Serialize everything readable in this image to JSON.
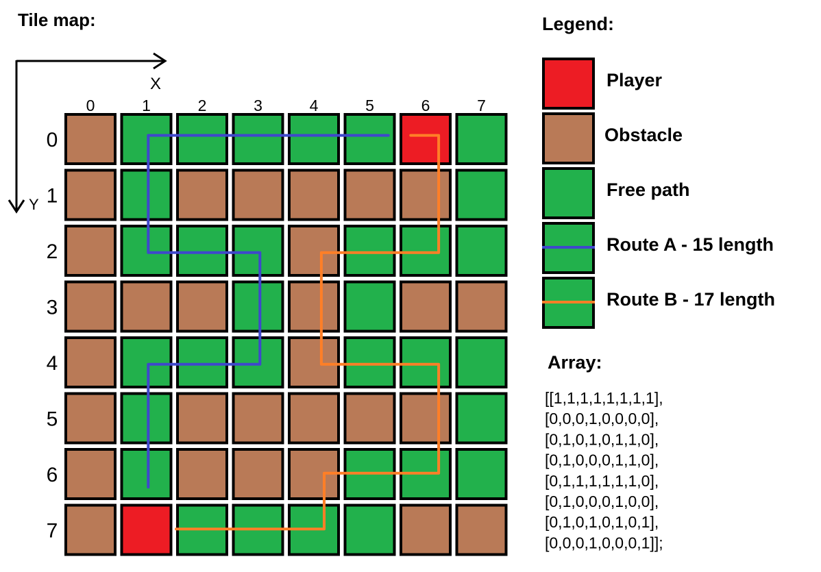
{
  "title": "Tile map:",
  "axis_x_label": "X",
  "axis_y_label": "Y",
  "col_labels": [
    "0",
    "1",
    "2",
    "3",
    "4",
    "5",
    "6",
    "7"
  ],
  "row_labels": [
    "0",
    "1",
    "2",
    "3",
    "4",
    "5",
    "6",
    "7"
  ],
  "colors": {
    "player": "#ed1c24",
    "obstacle": "#b97a57",
    "free": "#22b14c",
    "route_a": "#3f48cc",
    "route_b": "#ff7f27",
    "border": "#000000"
  },
  "grid": [
    [
      "O",
      "F",
      "F",
      "F",
      "F",
      "F",
      "P",
      "F"
    ],
    [
      "O",
      "F",
      "O",
      "O",
      "O",
      "O",
      "O",
      "F"
    ],
    [
      "O",
      "F",
      "F",
      "F",
      "O",
      "F",
      "F",
      "F"
    ],
    [
      "O",
      "O",
      "O",
      "F",
      "O",
      "F",
      "O",
      "O"
    ],
    [
      "O",
      "F",
      "F",
      "F",
      "O",
      "F",
      "F",
      "F"
    ],
    [
      "O",
      "F",
      "O",
      "O",
      "O",
      "O",
      "O",
      "F"
    ],
    [
      "O",
      "F",
      "O",
      "O",
      "O",
      "F",
      "F",
      "F"
    ],
    [
      "O",
      "P",
      "F",
      "F",
      "F",
      "F",
      "O",
      "O"
    ]
  ],
  "route_a": [
    [
      5.8,
      0.4
    ],
    [
      1.5,
      0.4
    ],
    [
      1.5,
      2.5
    ],
    [
      3.5,
      2.5
    ],
    [
      3.5,
      4.5
    ],
    [
      1.5,
      4.5
    ],
    [
      1.5,
      6.7
    ]
  ],
  "route_b": [
    [
      6.2,
      0.4
    ],
    [
      6.7,
      0.4
    ],
    [
      6.7,
      2.5
    ],
    [
      4.6,
      2.5
    ],
    [
      4.6,
      4.5
    ],
    [
      6.7,
      4.5
    ],
    [
      6.7,
      6.45
    ],
    [
      4.65,
      6.45
    ],
    [
      4.65,
      7.45
    ],
    [
      2.0,
      7.45
    ]
  ],
  "legend": {
    "title": "Legend:",
    "items": [
      {
        "label": "Player",
        "type": "player"
      },
      {
        "label": "Obstacle",
        "type": "obstacle"
      },
      {
        "label": "Free path",
        "type": "free"
      },
      {
        "label": "Route A - 15 length",
        "type": "route_a"
      },
      {
        "label": "Route B - 17 length",
        "type": "route_b"
      }
    ]
  },
  "array": {
    "title": "Array:",
    "lines": [
      "[[1,1,1,1,1,1,1,1],",
      "[0,0,0,1,0,0,0,0],",
      "[0,1,0,1,0,1,1,0],",
      "[0,1,0,0,0,1,1,0],",
      "[0,1,1,1,1,1,1,0],",
      "[0,1,0,0,0,1,0,0],",
      "[0,1,0,1,0,1,0,1],",
      "[0,0,0,1,0,0,0,1]];"
    ]
  }
}
